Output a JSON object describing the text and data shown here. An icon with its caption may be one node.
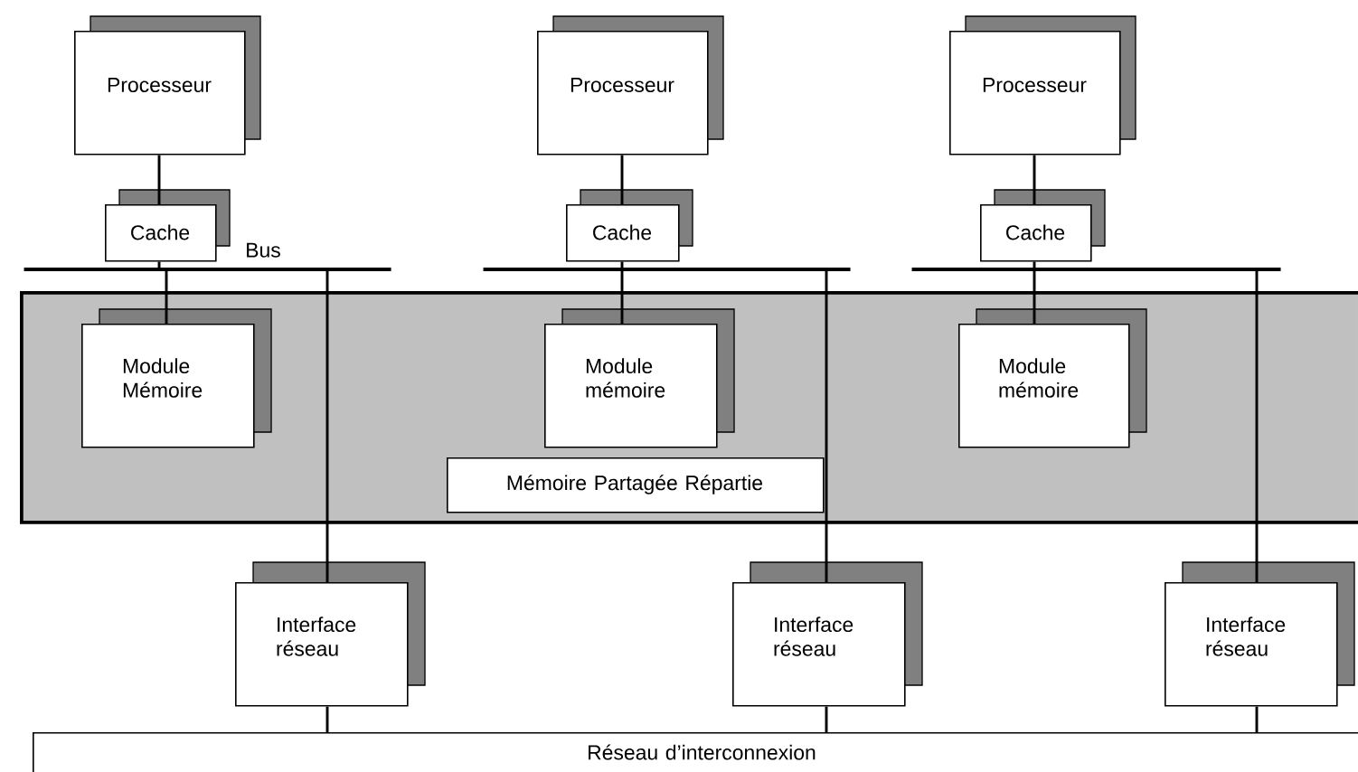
{
  "diagram": {
    "nodes": [
      {
        "text": [
          "Processeur"
        ]
      },
      {
        "text": [
          "Processeur"
        ]
      },
      {
        "text": [
          "Processeur"
        ]
      },
      {
        "text": [
          "Cache"
        ]
      },
      {
        "text": [
          "Cache"
        ]
      },
      {
        "text": [
          "Cache"
        ]
      },
      {
        "text": [],
        "shape": "bar",
        "beside": [
          "Bus"
        ]
      },
      {
        "text": [],
        "shape": "bar"
      },
      {
        "text": [],
        "shape": "bar"
      },
      {
        "text": [],
        "shape": "box"
      },
      {
        "text": [
          "Module Mémoire"
        ],
        "in": 9
      },
      {
        "text": [
          "Module mémoire"
        ],
        "in": 9
      },
      {
        "text": [
          "Module mémoire"
        ],
        "in": 9
      },
      {
        "text": [
          "Mémoire Partagée Répartie"
        ],
        "in": 9
      },
      {
        "text": [
          "Interface réseau"
        ]
      },
      {
        "text": [
          "Interface réseau"
        ]
      },
      {
        "text": [
          "Interface réseau"
        ]
      },
      {
        "text": [
          "Réseau d’interconnexion"
        ]
      }
    ],
    "edges": [
      {
        "from": 0,
        "to": 3,
        "arrow": "none"
      },
      {
        "from": 1,
        "to": 4,
        "arrow": "none"
      },
      {
        "from": 2,
        "to": 5,
        "arrow": "none"
      },
      {
        "from": 3,
        "to": 6,
        "arrow": "none"
      },
      {
        "from": 4,
        "to": 7,
        "arrow": "none"
      },
      {
        "from": 5,
        "to": 8,
        "arrow": "none"
      },
      {
        "from": 6,
        "to": 10,
        "arrow": "none"
      },
      {
        "from": 7,
        "to": 11,
        "arrow": "none"
      },
      {
        "from": 8,
        "to": 12,
        "arrow": "none"
      },
      {
        "from": 6,
        "to": 14,
        "arrow": "none"
      },
      {
        "from": 7,
        "to": 15,
        "arrow": "none"
      },
      {
        "from": 8,
        "to": 16,
        "arrow": "none"
      },
      {
        "from": 14,
        "to": 17,
        "arrow": "none"
      },
      {
        "from": 15,
        "to": 17,
        "arrow": "none"
      },
      {
        "from": 16,
        "to": 17,
        "arrow": "none"
      }
    ]
  }
}
